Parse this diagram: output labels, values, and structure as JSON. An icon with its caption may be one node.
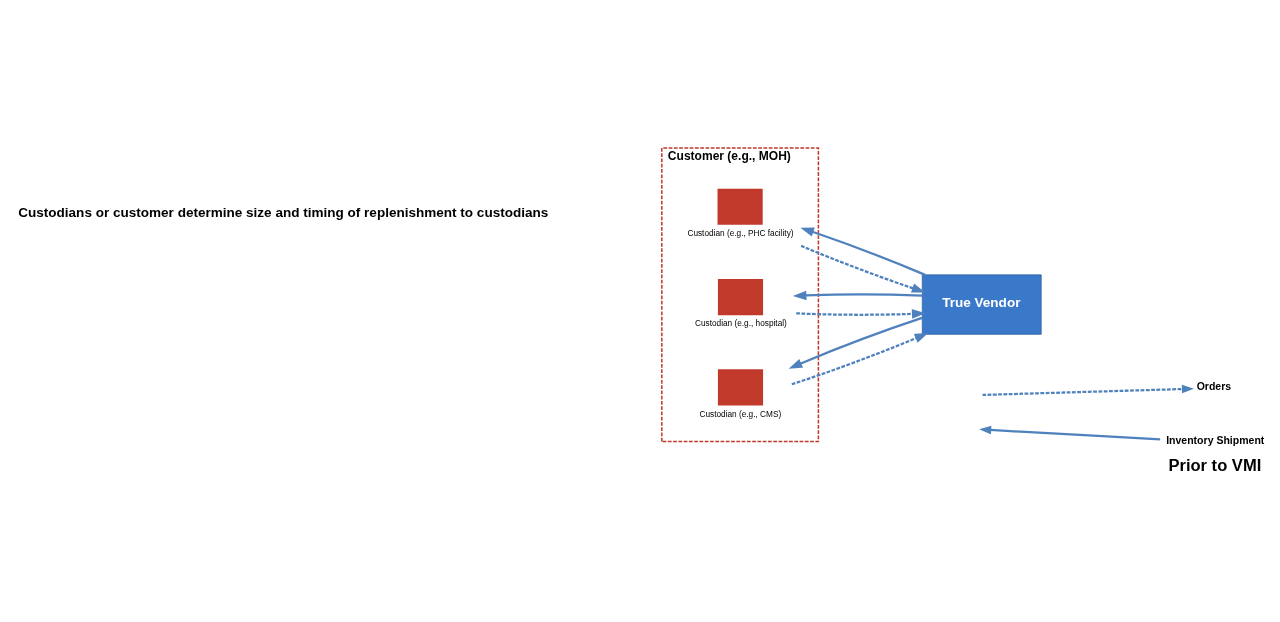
{
  "diagram": {
    "caption": "Prior to VMI",
    "nodes": [
      {
        "text": [
          "Customer (e.g., MOH)"
        ]
      },
      {
        "text": [],
        "shape": "box",
        "in": 0,
        "beside": [
          "Custodian (e.g., PHC facility)"
        ]
      },
      {
        "text": [],
        "shape": "box",
        "in": 0,
        "beside": [
          "Custodian (e.g., hospital)"
        ]
      },
      {
        "text": [],
        "shape": "box",
        "in": 0,
        "beside": [
          "Custodian (e.g., CMS)"
        ]
      },
      {
        "text": [
          "True Vendor"
        ]
      }
    ],
    "edges": [
      {
        "from": 1,
        "to": 4,
        "arrow": "to",
        "style": "dashed"
      },
      {
        "from": 4,
        "to": 1,
        "arrow": "to"
      },
      {
        "from": 2,
        "to": 4,
        "arrow": "to",
        "style": "dashed"
      },
      {
        "from": 4,
        "to": 2,
        "arrow": "to"
      },
      {
        "from": 3,
        "to": 4,
        "arrow": "to",
        "style": "dashed"
      },
      {
        "from": 4,
        "to": 3,
        "arrow": "to"
      }
    ],
    "labels": [
      "Custodians or customer determine size and timing of replenishment to custodians"
    ],
    "legend": [
      {
        "text": "Orders"
      },
      {
        "text": "Inventory Shipment"
      }
    ]
  }
}
